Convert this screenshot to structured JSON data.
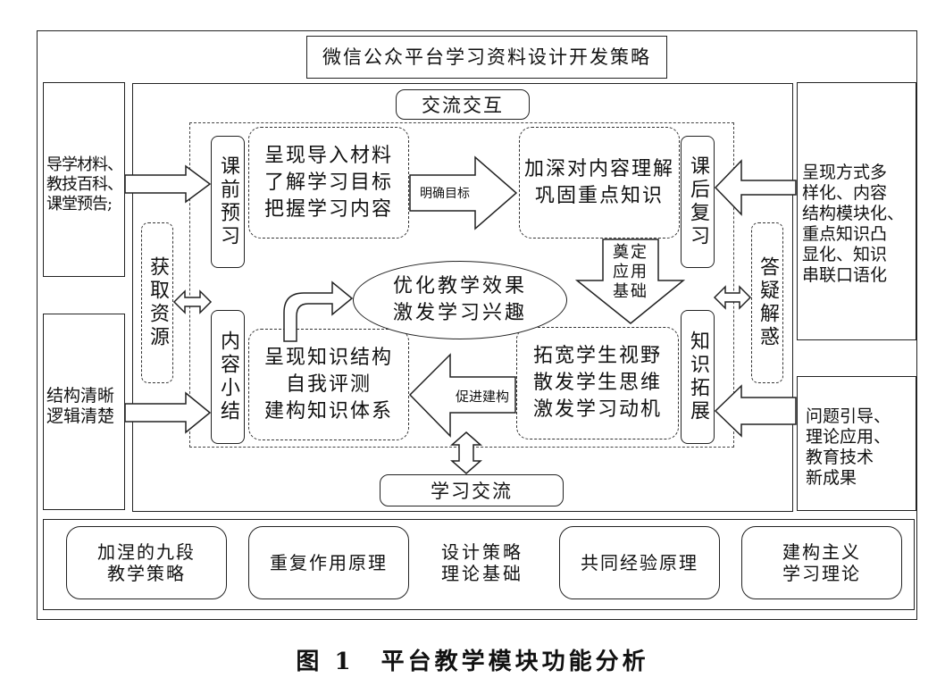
{
  "title": "微信公众平台学习资料设计开发策略",
  "top_label": "交流交互",
  "bottom_label": "学习交流",
  "left_inputs": {
    "top": "导学材料、\n教技百科、\n课堂预告;",
    "bottom": "结构清晰\n逻辑清楚"
  },
  "right_inputs": {
    "top": "呈现方式多\n样化、内容\n结构模块化、\n重点知识凸\n显化、知识\n串联口语化",
    "bottom": "问题引导、\n理论应用、\n教育技术\n新成果"
  },
  "side_tags": {
    "left": "获取资源",
    "right": "答疑解惑"
  },
  "phases": {
    "pre_class": "课前预习",
    "summary": "内容小结",
    "review": "课后复习",
    "extension": "知识拓展"
  },
  "content_boxes": {
    "top_left": "呈现导入材料\n了解学习目标\n把握学习内容",
    "top_right": "加深对内容理解\n巩固重点知识",
    "bottom_right": "拓宽学生视野\n散发学生思维\n激发学习动机",
    "bottom_left": "呈现知识结构\n自我评测\n建构知识体系"
  },
  "flow_labels": {
    "clear_goal": "明确目标",
    "foundation": "奠定\n应用\n基础",
    "promote": "促进建构"
  },
  "center_ellipse": "优化教学效果\n激发学习兴趣",
  "theory": {
    "center": "设计策略\n理论基础",
    "items": [
      "加涅的九段\n教学策略",
      "重复作用原理",
      "共同经验原理",
      "建构主义\n学习理论"
    ]
  },
  "caption": "图 1　平台教学模块功能分析"
}
